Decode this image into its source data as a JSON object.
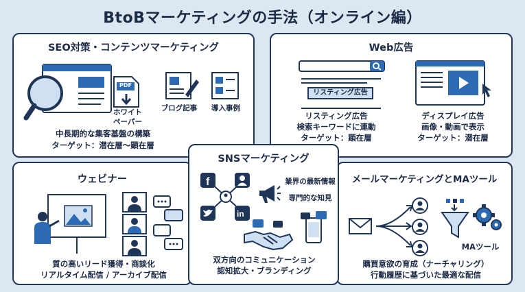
{
  "title": "BtoBマーケティングの手法（オンライン編）",
  "seo": {
    "title": "SEO対策・コンテンツマーケティング",
    "pdf_label": "PDF",
    "whitepaper_line1": "ホワイト",
    "whitepaper_line2": "ペーパー",
    "blog_label": "ブログ記事",
    "case_label": "導入事例",
    "line1": "中長期的な集客基盤の構築",
    "line2": "ターゲット：潜在層〜顕在層"
  },
  "web": {
    "title": "Web広告",
    "listing_box": "リスティング広告",
    "listing_title": "リスティング広告",
    "listing_desc": "検索キーワードに連動",
    "listing_target": "ターゲット：顕在層",
    "display_title": "ディスプレイ広告",
    "display_desc": "画像・動画で表示",
    "display_target": "ターゲット：潜在層"
  },
  "sns": {
    "title": "SNSマーケティング",
    "point1": "業界の最新情報",
    "point2": "専門的な知見",
    "line1": "双方向のコミュニケーション",
    "line2": "認知拡大・ブランディング"
  },
  "webinar": {
    "title": "ウェビナー",
    "line1": "質の高いリード獲得・商談化",
    "line2": "リアルタイム配信 / アーカイブ配信"
  },
  "mail": {
    "title": "メールマーケティングとMAツール",
    "ma_label": "MAツール",
    "line1": "購買意欲の育成（ナーチャリング）",
    "line2": "行動履歴に基づいた最適な配信"
  },
  "colors": {
    "navy": "#1f3558",
    "blue": "#2c6bb3",
    "light": "#cfe0f3",
    "bg": "#dde7f1"
  },
  "icons": [
    "magnifier-icon",
    "document-icon",
    "pdf-icon",
    "blog-icon",
    "case-study-icon",
    "search-bar-icon",
    "monitor-icon",
    "cursor-icon",
    "facebook-icon",
    "user-icon",
    "twitter-icon",
    "linkedin-icon",
    "megaphone-icon",
    "handshake-icon",
    "smartphone-icon",
    "presenter-icon",
    "video-participant-icon",
    "chat-bubble-icon",
    "mail-icon",
    "funnel-icon",
    "gear-icon"
  ]
}
